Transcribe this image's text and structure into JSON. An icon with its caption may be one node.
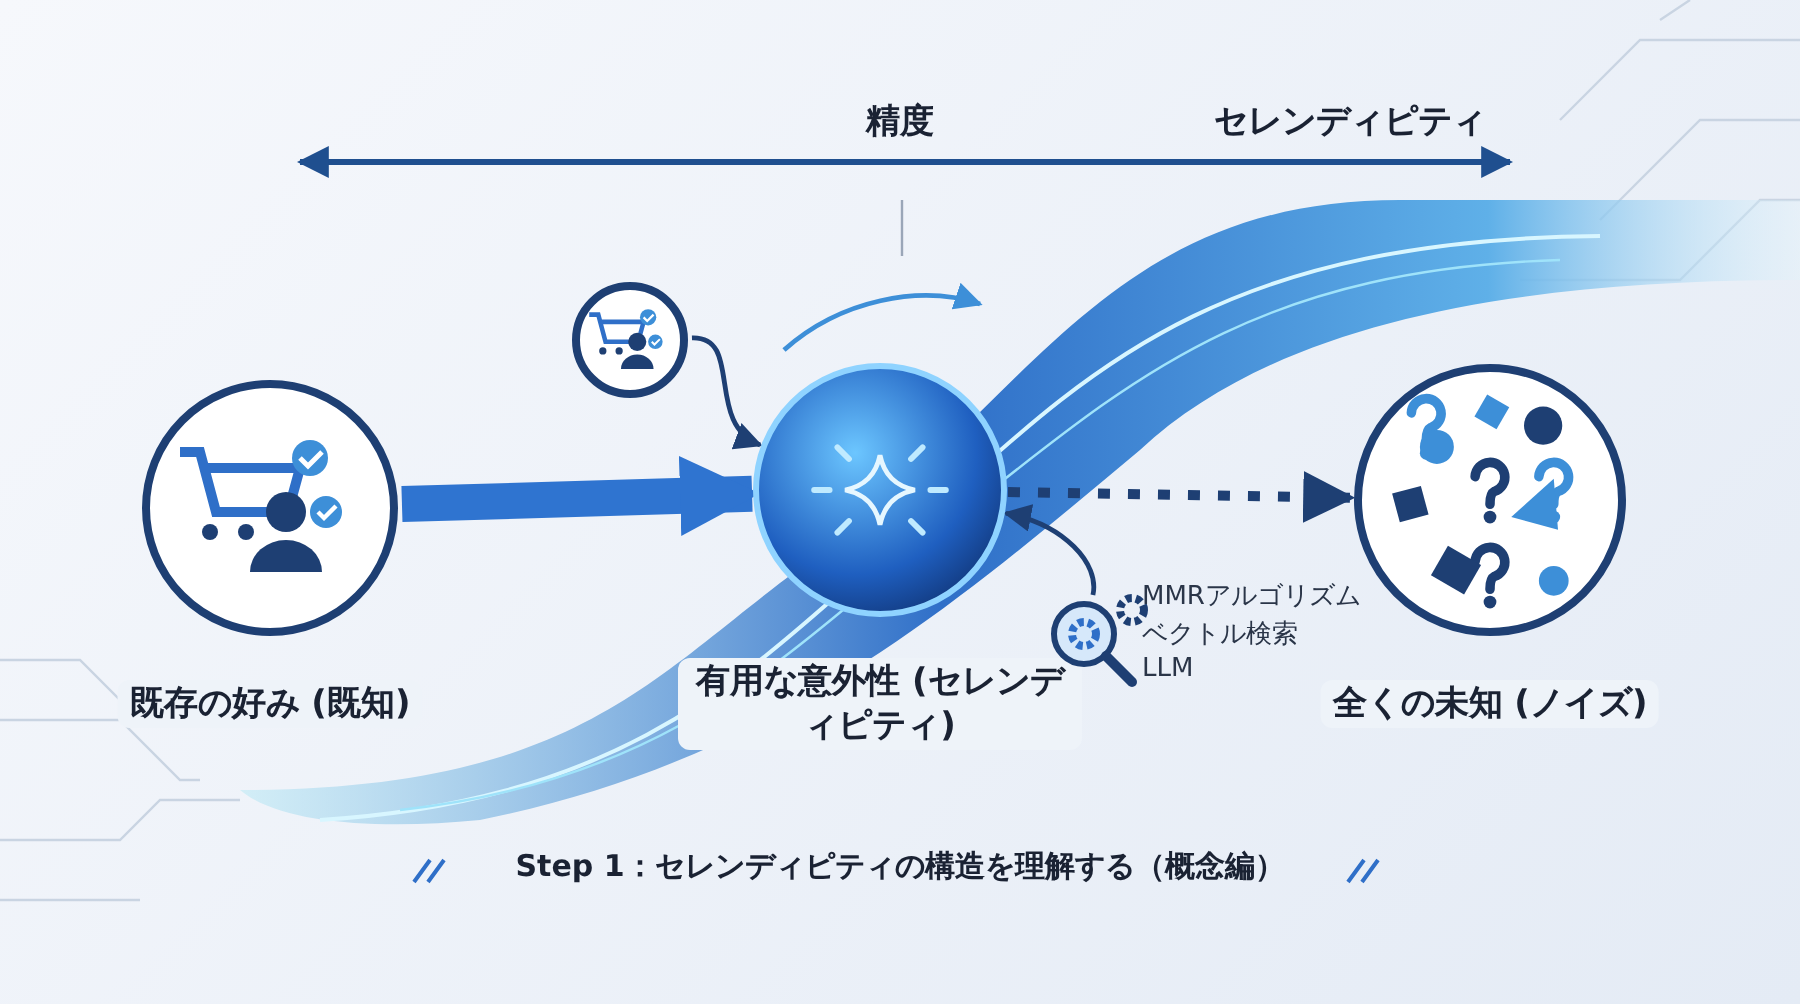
{
  "diagram": {
    "caption": "Step 1：セレンディピティの構造を理解する（概念編）",
    "nodes": [
      {
        "text": [
          "既存の好み (既知)"
        ]
      },
      {
        "text": [
          "有用な意外性 (セレンディピティ)"
        ]
      },
      {
        "text": [
          "全くの未知 (ノイズ)"
        ]
      },
      {
        "text": [],
        "shape": "circle"
      },
      {
        "text": [
          "MMRアルゴリズム",
          "ベクトル検索",
          "LLM"
        ]
      }
    ],
    "edges": [
      {
        "from": 0,
        "to": 1,
        "arrow": "to",
        "style": "thick",
        "color": "#2f74d0"
      },
      {
        "from": 3,
        "to": 1,
        "arrow": "to"
      },
      {
        "from": 4,
        "to": 1,
        "arrow": "to"
      },
      {
        "from": 1,
        "to": 2,
        "arrow": "to",
        "style": "dashed"
      }
    ],
    "labels": [
      "精度",
      "セレンディピティ"
    ]
  }
}
